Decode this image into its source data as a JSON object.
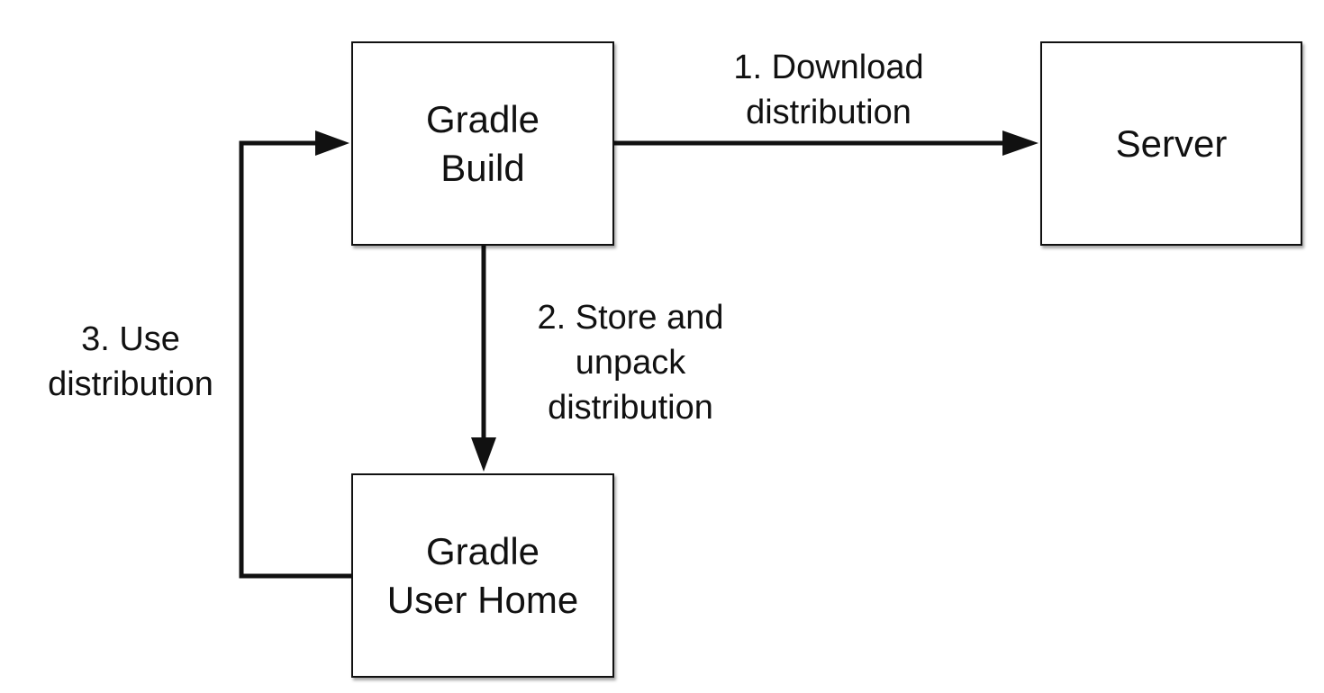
{
  "nodes": {
    "gradle_build": "Gradle\nBuild",
    "server": "Server",
    "user_home": "Gradle\nUser Home"
  },
  "edges": {
    "download": "1. Download\ndistribution",
    "store": "2. Store and\nunpack\ndistribution",
    "use": "3. Use\ndistribution"
  }
}
